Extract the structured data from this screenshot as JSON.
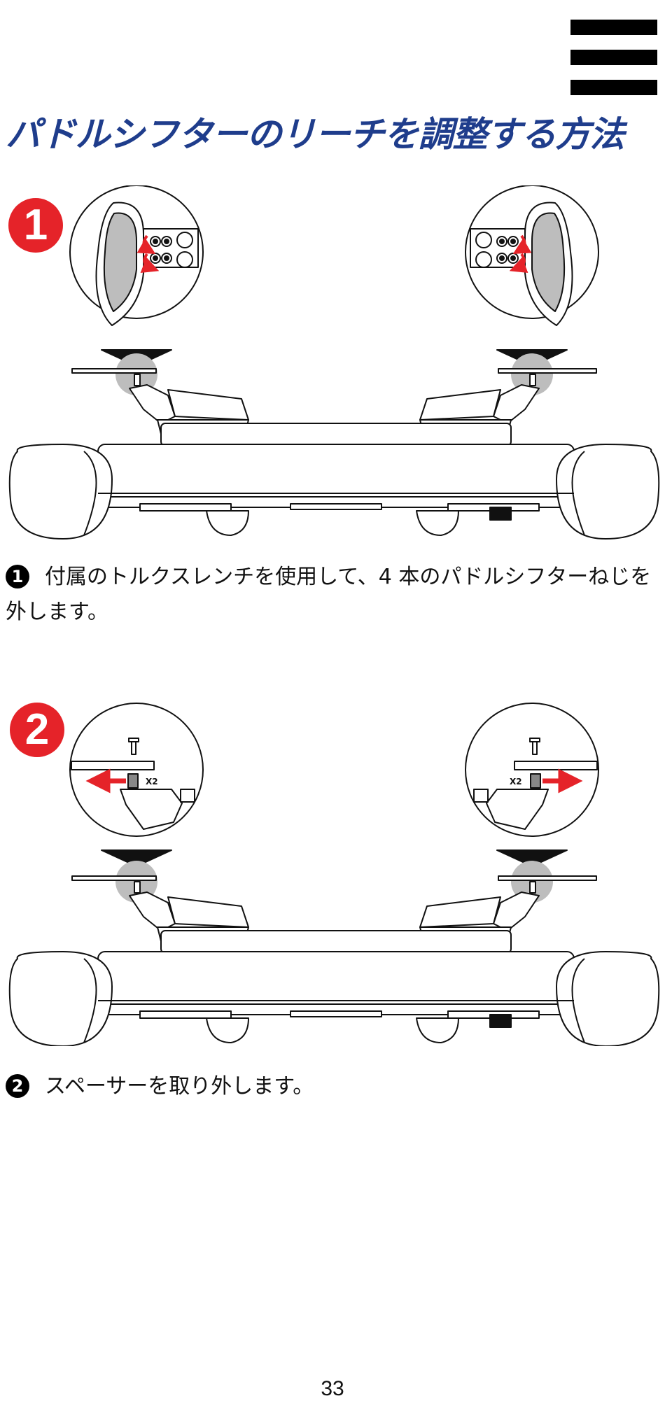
{
  "page": {
    "title": "パドルシフターのリーチを調整する方法",
    "page_number": "33"
  },
  "steps": [
    {
      "badge": "1",
      "bullet": "1",
      "text": "付属のトルクスレンチを使用して、4 本のパドルシフターねじを外します。"
    },
    {
      "badge": "2",
      "bullet": "2",
      "text": "スペーサーを取り外します。",
      "callout_label": "X2"
    }
  ],
  "colors": {
    "title": "#1f3d8c",
    "badge": "#e52329",
    "arrow": "#e52329",
    "highlight": "#bdbdbd"
  },
  "icons": [
    "hamburger-menu-icon"
  ]
}
